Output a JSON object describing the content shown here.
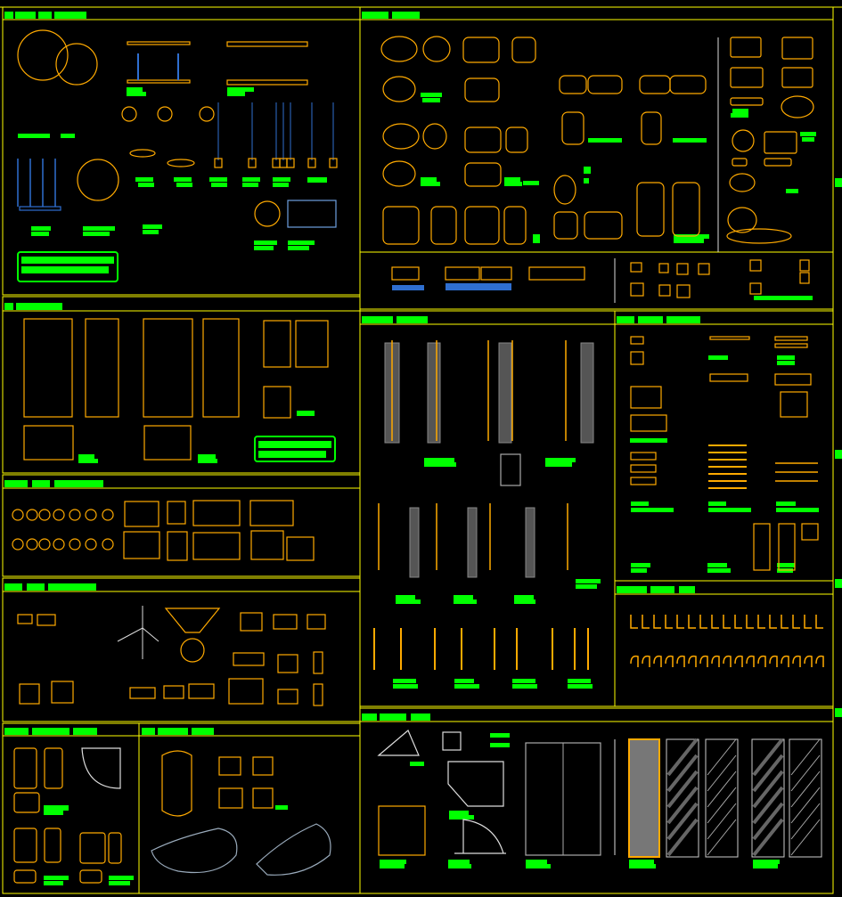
{
  "colors": {
    "background": "#000000",
    "frame": "#ffff00",
    "label_block": "#00ff00",
    "block_outline": "#ffaa00",
    "block_detail": "#2f6fd0",
    "gray_detail": "#888888"
  },
  "panels": [
    {
      "id": "lighting",
      "icon": "pendant-lamp-icon"
    },
    {
      "id": "refrigerators",
      "icon": "fridge-icon"
    },
    {
      "id": "kitchen-appliances",
      "icon": "kettle-icon"
    },
    {
      "id": "electronics",
      "icon": "tv-icon"
    },
    {
      "id": "luggage-safes",
      "icon": "suitcase-icon"
    },
    {
      "id": "massage-chairs",
      "icon": "chair-icon"
    },
    {
      "id": "toilets-basins",
      "icon": "toilet-icon"
    },
    {
      "id": "bathroom-cabinets",
      "icon": "cabinet-icon"
    },
    {
      "id": "showers",
      "icon": "shower-icon"
    },
    {
      "id": "bath-accessories",
      "icon": "towel-rack-icon"
    },
    {
      "id": "faucets",
      "icon": "faucet-icon"
    },
    {
      "id": "shower-enclosures",
      "icon": "glass-panel-icon"
    }
  ]
}
